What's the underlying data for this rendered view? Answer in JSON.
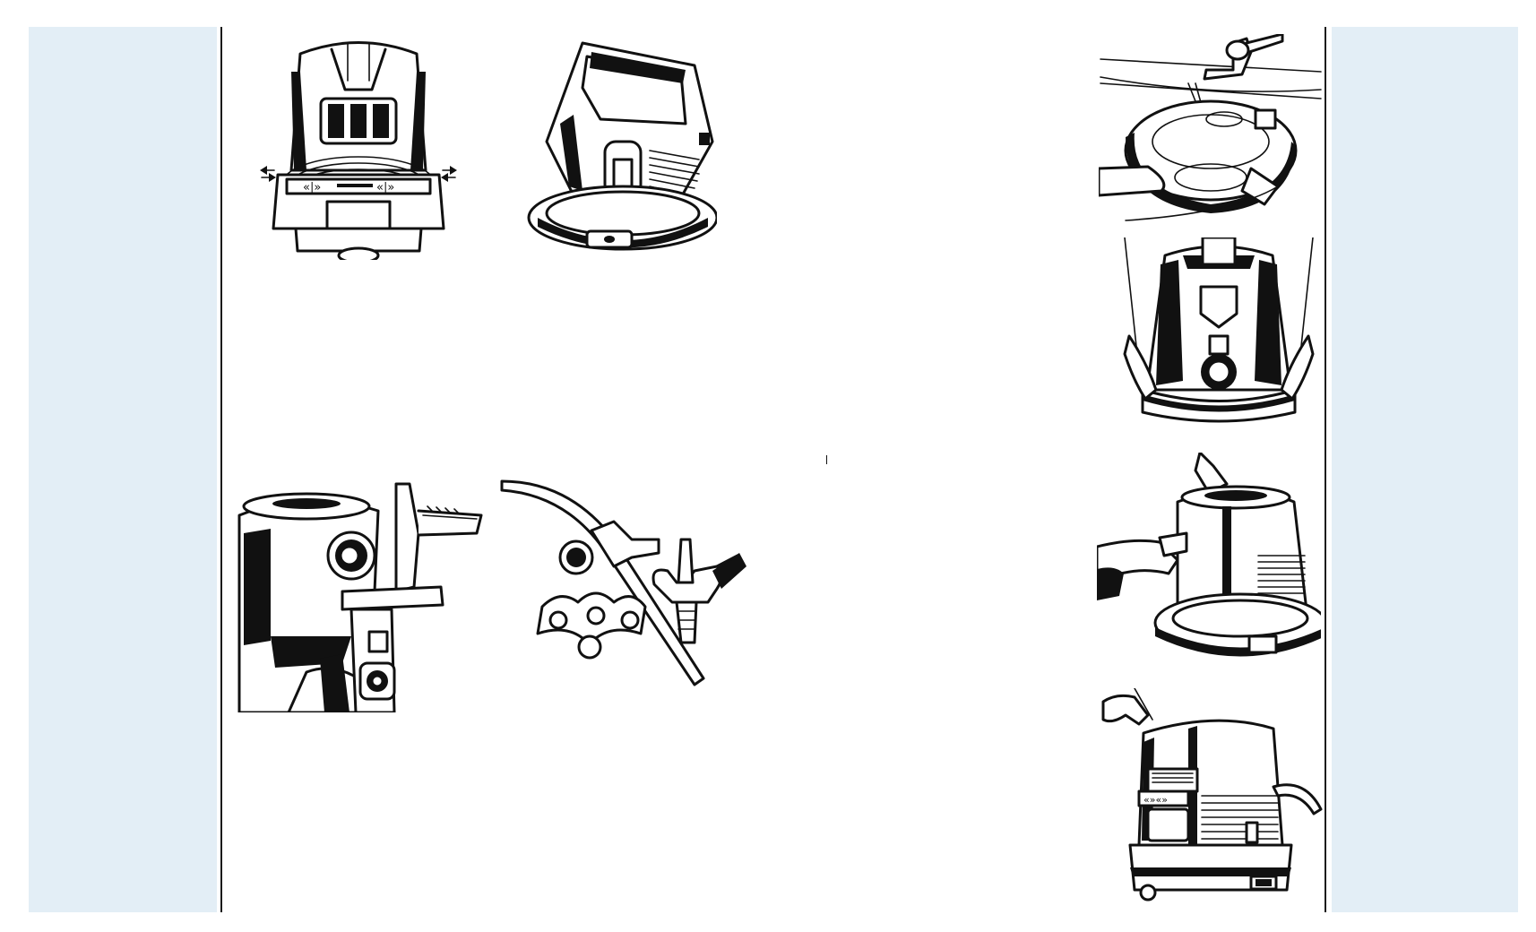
{
  "page": {
    "background": "#ffffff",
    "margin_band_color": "#e3eef6",
    "rule_color": "#1a1a1a"
  },
  "figures": [
    {
      "id": "cord-wrap",
      "depicts": "vacuum-rear-cord-wrap-illustration"
    },
    {
      "id": "tilt-base",
      "depicts": "vacuum-tilted-on-dolly-illustration"
    },
    {
      "id": "hose-attach",
      "depicts": "hose-and-tool-holder-on-vacuum-illustration"
    },
    {
      "id": "tool-holder",
      "depicts": "wand-tool-holder-accessories-illustration"
    },
    {
      "id": "sink-rinse",
      "depicts": "rinsing-water-basin-at-sink-illustration"
    },
    {
      "id": "lift-unit",
      "depicts": "lifting-vacuum-unit-illustration"
    },
    {
      "id": "insert-hose",
      "depicts": "inserting-hose-into-vacuum-illustration"
    },
    {
      "id": "press-power",
      "depicts": "pressing-power-button-illustration"
    }
  ]
}
